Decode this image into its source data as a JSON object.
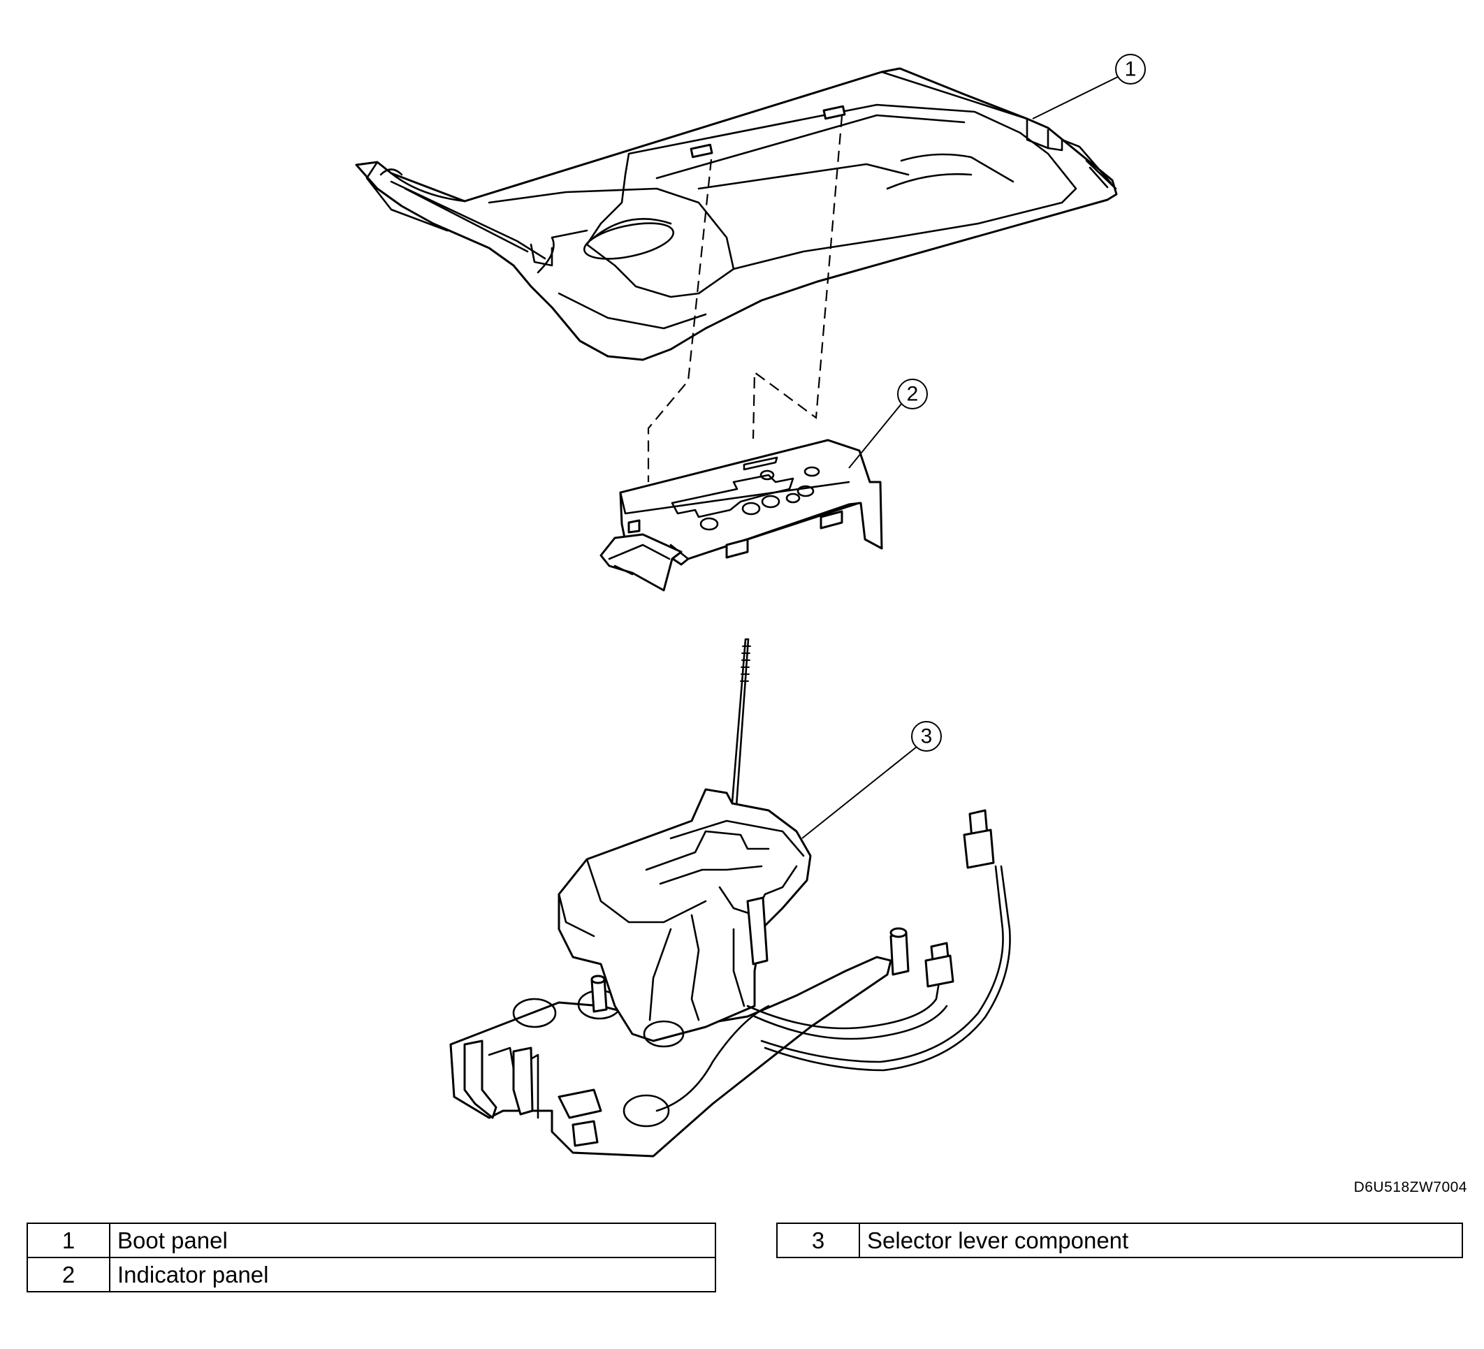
{
  "callouts": [
    "1",
    "2",
    "3"
  ],
  "figure_code": "D6U518ZW7004",
  "legend": {
    "left": [
      {
        "num": "1",
        "label": "Boot panel"
      },
      {
        "num": "2",
        "label": "Indicator panel"
      }
    ],
    "right": [
      {
        "num": "3",
        "label": "Selector lever component"
      }
    ]
  }
}
